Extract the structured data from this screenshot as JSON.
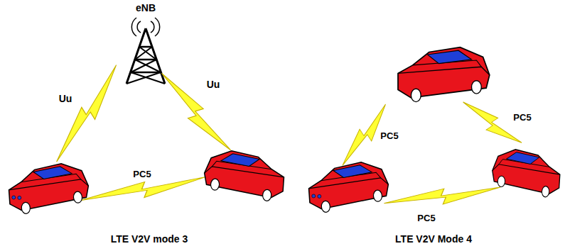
{
  "diagram": {
    "labels": [
      "eNB",
      "Uu",
      "Uu",
      "PC5",
      "LTE V2V mode 3",
      "PC5",
      "PC5",
      "PC5",
      "LTE V2V Mode 4"
    ]
  }
}
